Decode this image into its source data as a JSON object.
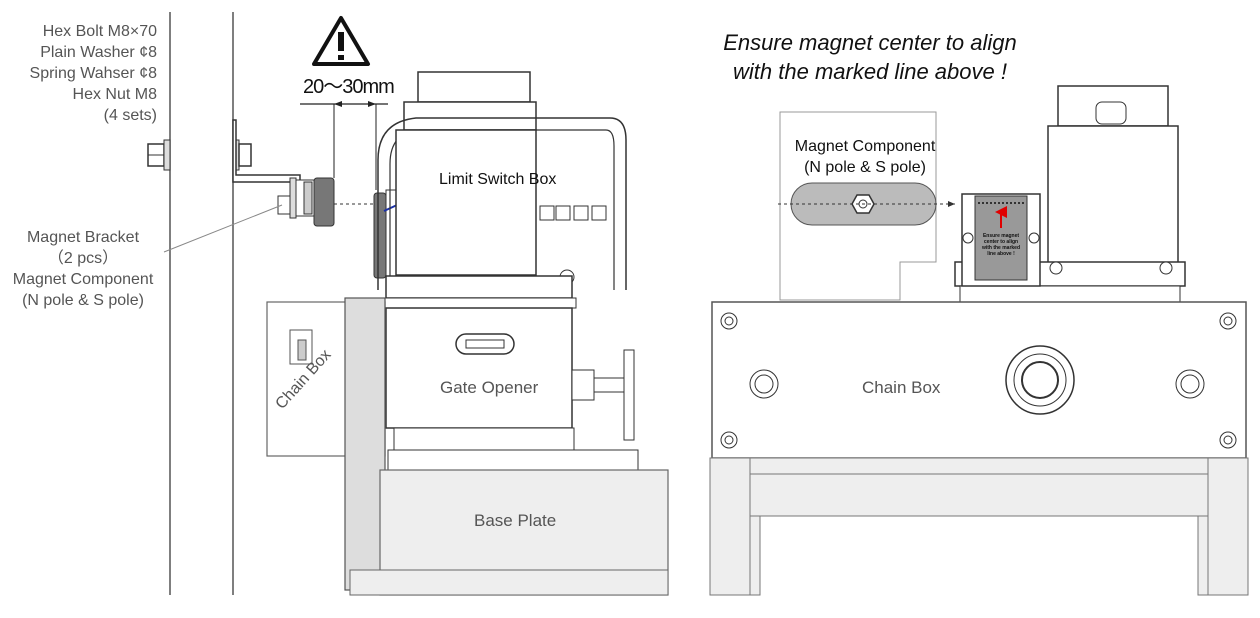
{
  "left": {
    "hardware_lines": [
      "Hex Bolt M8×70",
      "Plain Washer ¢8",
      "Spring Wahser ¢8",
      "Hex Nut M8",
      "(4 sets)"
    ],
    "bracket_lines": [
      "Magnet Bracket",
      "（2 pcs）",
      "Magnet Component",
      "(N pole & S pole)"
    ],
    "gap_label": "20～30mm",
    "warning_icon": "warning-triangle-icon",
    "limit_switch_label": "Limit Switch Box",
    "chain_box_label": "Chain Box",
    "gate_opener_label": "Gate Opener",
    "base_plate_label": "Base Plate"
  },
  "right": {
    "instruction_lines": [
      "Ensure magnet center to align",
      "with the marked line above !"
    ],
    "magnet_lines": [
      "Magnet Component",
      "(N pole & S pole)"
    ],
    "sticker_lines": [
      "Ensure magnet",
      "center to align",
      "with the marked",
      "line above !"
    ],
    "chain_box_label": "Chain Box"
  },
  "colors": {
    "line": "#333333",
    "fill_light": "#eeeeee",
    "fill_mid": "#cccccc",
    "fill_dark": "#777777",
    "pointer": "#1a2fa6",
    "arrow": "#e00000"
  }
}
